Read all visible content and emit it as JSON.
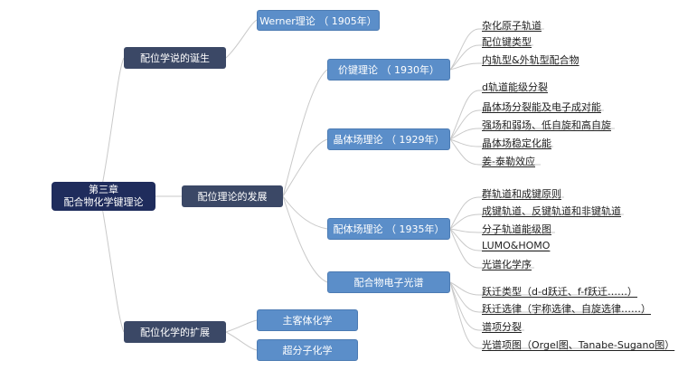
{
  "colors": {
    "root": "#1f2c5c",
    "branch": "#3b4866",
    "sub": "#5b8ec9",
    "line": "#c9c9c9"
  },
  "root": {
    "line1": "第三章",
    "line2": "配合物化学键理论"
  },
  "branches": {
    "birth": "配位学说的诞生",
    "development": "配位理论的发展",
    "extension": "配位化学的扩展"
  },
  "subs": {
    "werner": "Werner理论 （ 1905年）",
    "vb": "价键理论 （ 1930年）",
    "cf": "晶体场理论 （ 1929年）",
    "lf": "配体场理论 （ 1935年）",
    "spectra": "配合物电子光谱",
    "host_guest": "主客体化学",
    "supramolecular": "超分子化学"
  },
  "leaves": {
    "vb": [
      "杂化原子轨道",
      "配位键类型",
      "内轨型&外轨型配合物"
    ],
    "cf": [
      "d轨道能级分裂",
      "晶体场分裂能及电子成对能",
      "强场和弱场、低自旋和高自旋",
      "晶体场稳定化能",
      "姜-泰勒效应"
    ],
    "lf": [
      "群轨道和成键原则",
      "成键轨道、反键轨道和非键轨道",
      "分子轨道能级图",
      "LUMO&HOMO",
      "光谱化学序"
    ],
    "spectra": [
      "跃迁类型（d-d跃迁、f-f跃迁……）",
      "跃迁选律（宇称选律、自旋选律……）",
      "谱项分裂",
      "光谱项图（Orgel图、Tanabe-Sugano图）"
    ]
  }
}
